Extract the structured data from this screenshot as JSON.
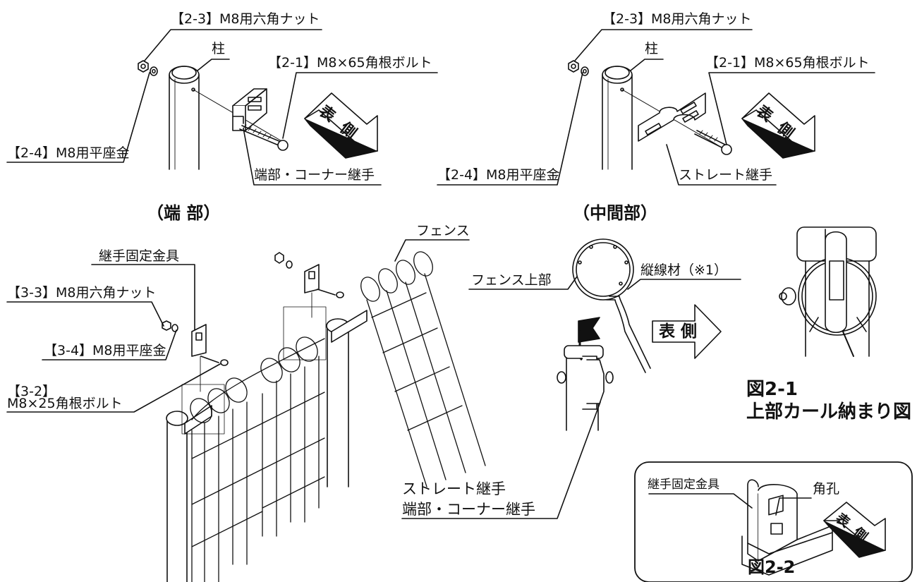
{
  "labels": {
    "nut_2_3": "【2-3】M8用六角ナット",
    "post": "柱",
    "bolt_2_1": "【2-1】M8×65角根ボルト",
    "washer_2_4": "【2-4】M8用平座金",
    "end_joint": "端部・コーナー継手",
    "straight_joint": "ストレート継手",
    "fixing_bracket": "継手固定金具",
    "nut_3_3": "【3-3】M8用六角ナット",
    "washer_3_4": "【3-4】M8用平座金",
    "bolt_3_2_num": "【3-2】",
    "bolt_3_2_name": "M8×25角根ボルト",
    "fence": "フェンス",
    "fence_top": "フェンス上部",
    "vertical_wire": "縦線材（※1）",
    "square_hole": "角孔"
  },
  "captions": {
    "end_section": "（端 部）",
    "middle_section": "（中間部）",
    "fig_2_1_num": "図2-1",
    "fig_2_1_title": "上部カール納まり図",
    "fig_2_2": "図2-2"
  },
  "arrows": {
    "front_side": "表側",
    "front_char_1": "表",
    "front_char_2": "側"
  },
  "colors": {
    "line": "#111111",
    "fill": "#ffffff",
    "gray": "#bbbbbb"
  }
}
